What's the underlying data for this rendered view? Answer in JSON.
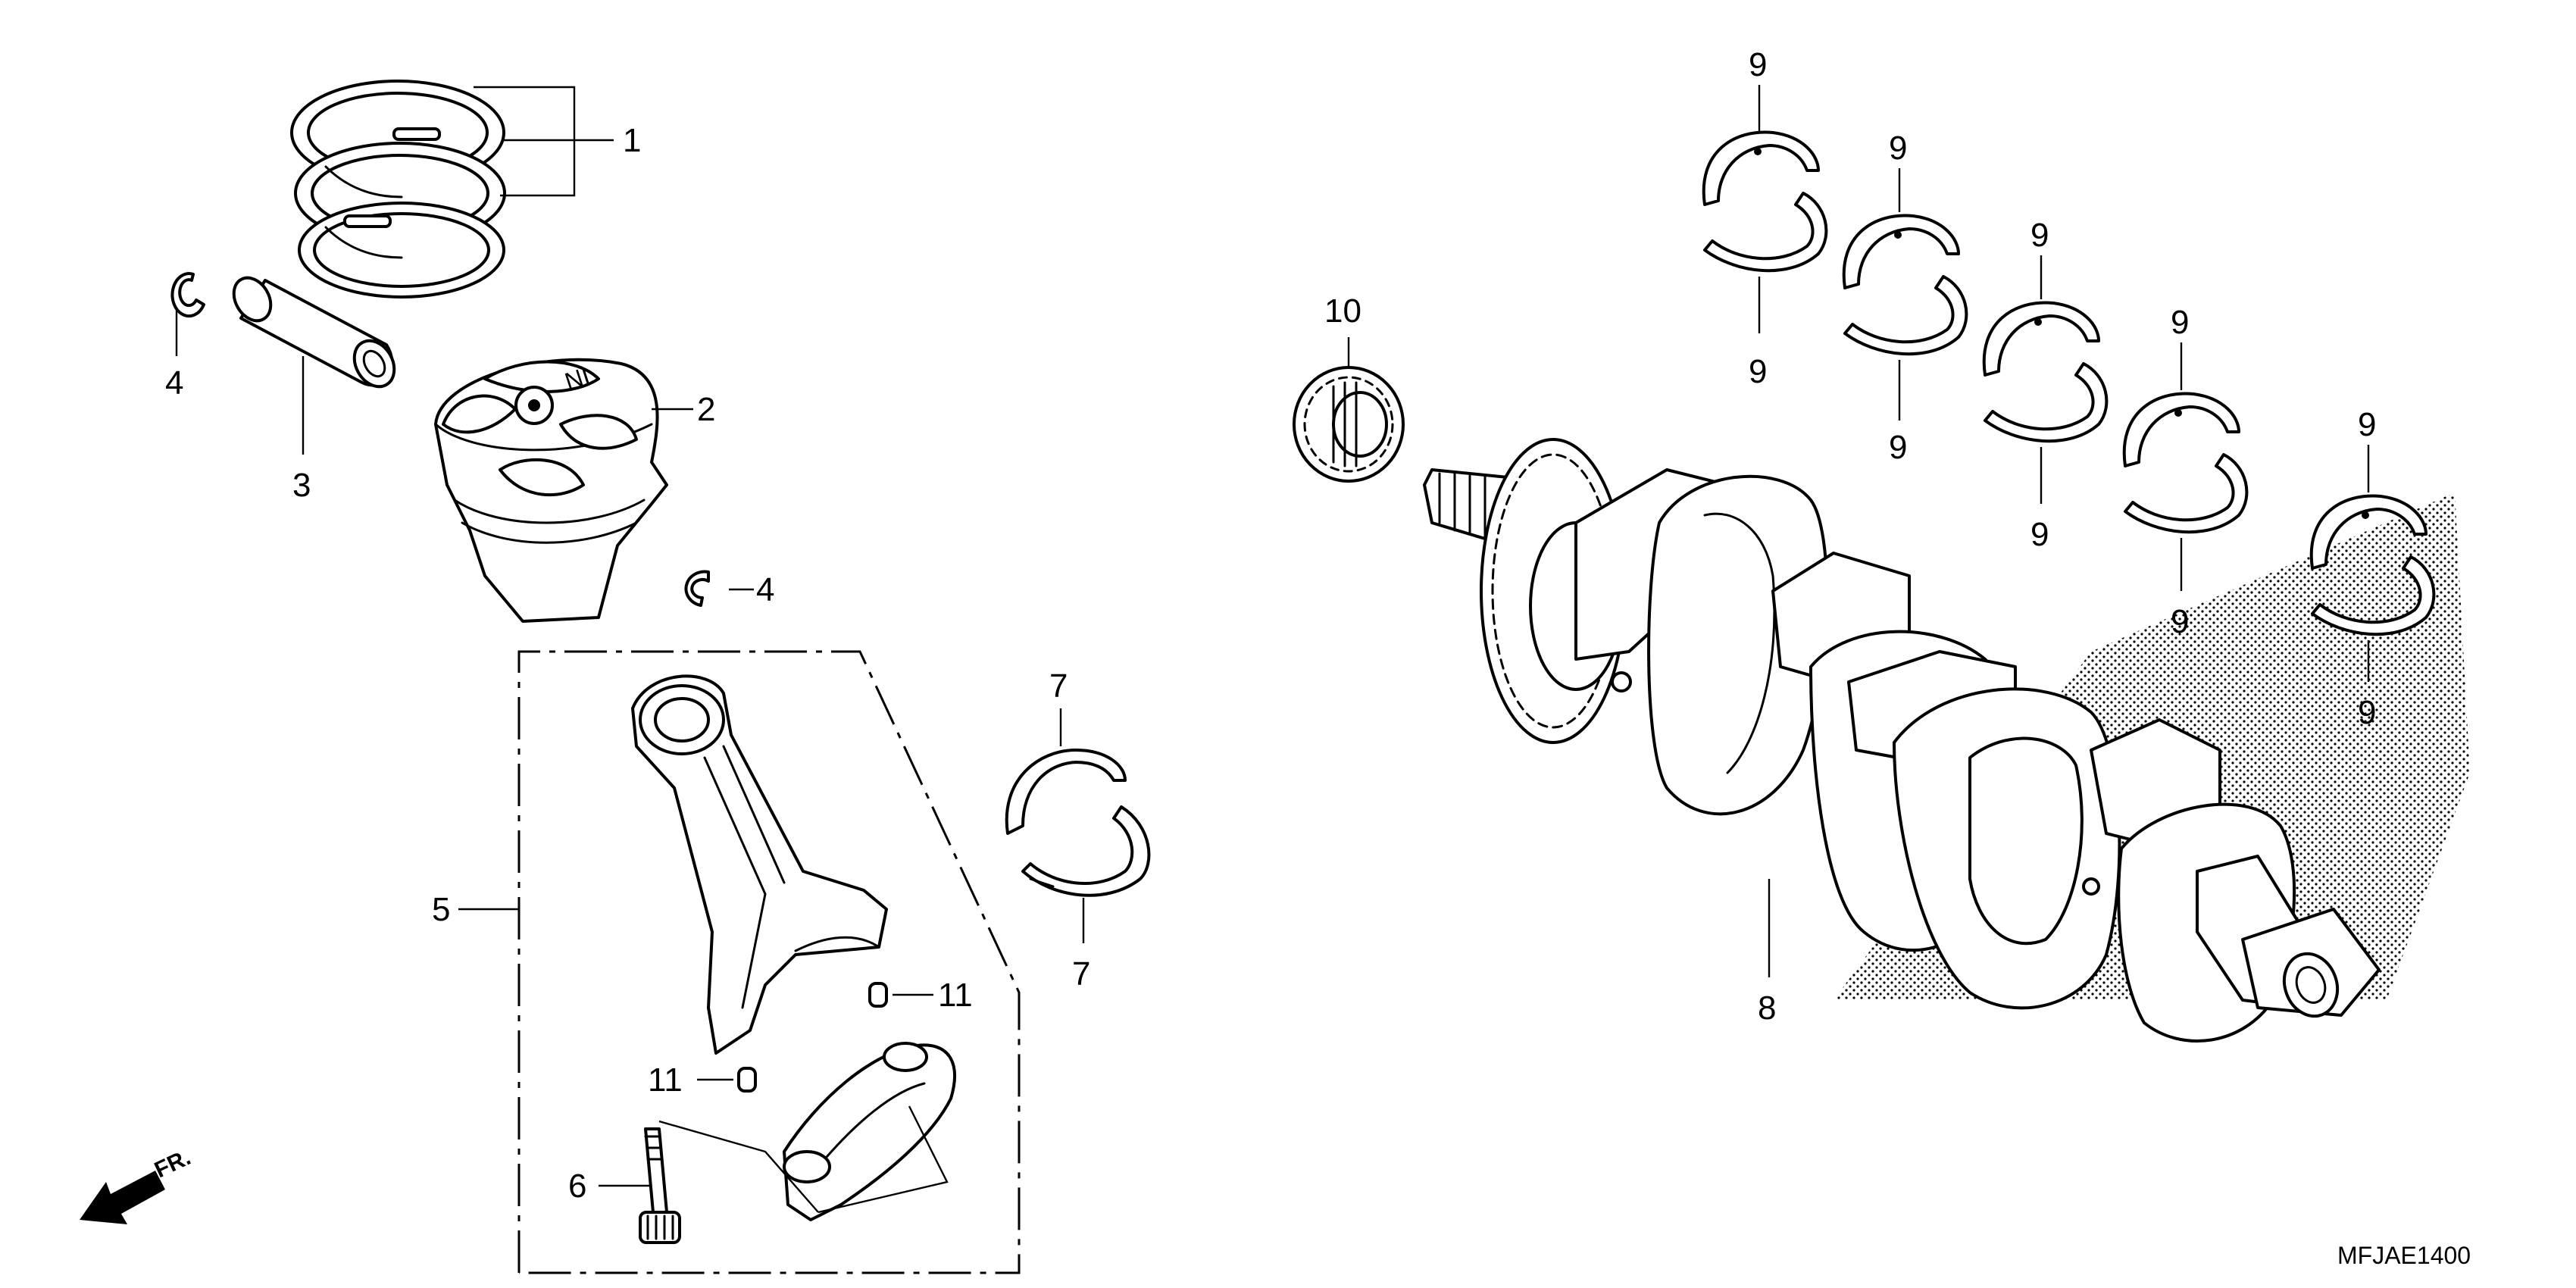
{
  "callouts": {
    "piston_ring_set": "1",
    "piston": "2",
    "piston_pin": "3",
    "clip_upper": "4",
    "clip_lower": "4",
    "connecting_rod_assy": "5",
    "rod_bolt": "6",
    "rod_bearing_upper": "7",
    "rod_bearing_lower": "7",
    "crankshaft": "8",
    "main_bearing_1_upper": "9",
    "main_bearing_1_lower": "9",
    "main_bearing_2_upper": "9",
    "main_bearing_2_lower": "9",
    "main_bearing_3_upper": "9",
    "main_bearing_3_lower": "9",
    "main_bearing_4_upper": "9",
    "main_bearing_4_lower": "9",
    "main_bearing_5_upper": "9",
    "main_bearing_5_lower": "9",
    "primary_drive_gear": "10",
    "dowel_pin_rod": "11",
    "dowel_pin_cap": "11"
  },
  "direction_indicator": "FR.",
  "diagram_code": "MFJAE1400",
  "piston_marking": "NI"
}
